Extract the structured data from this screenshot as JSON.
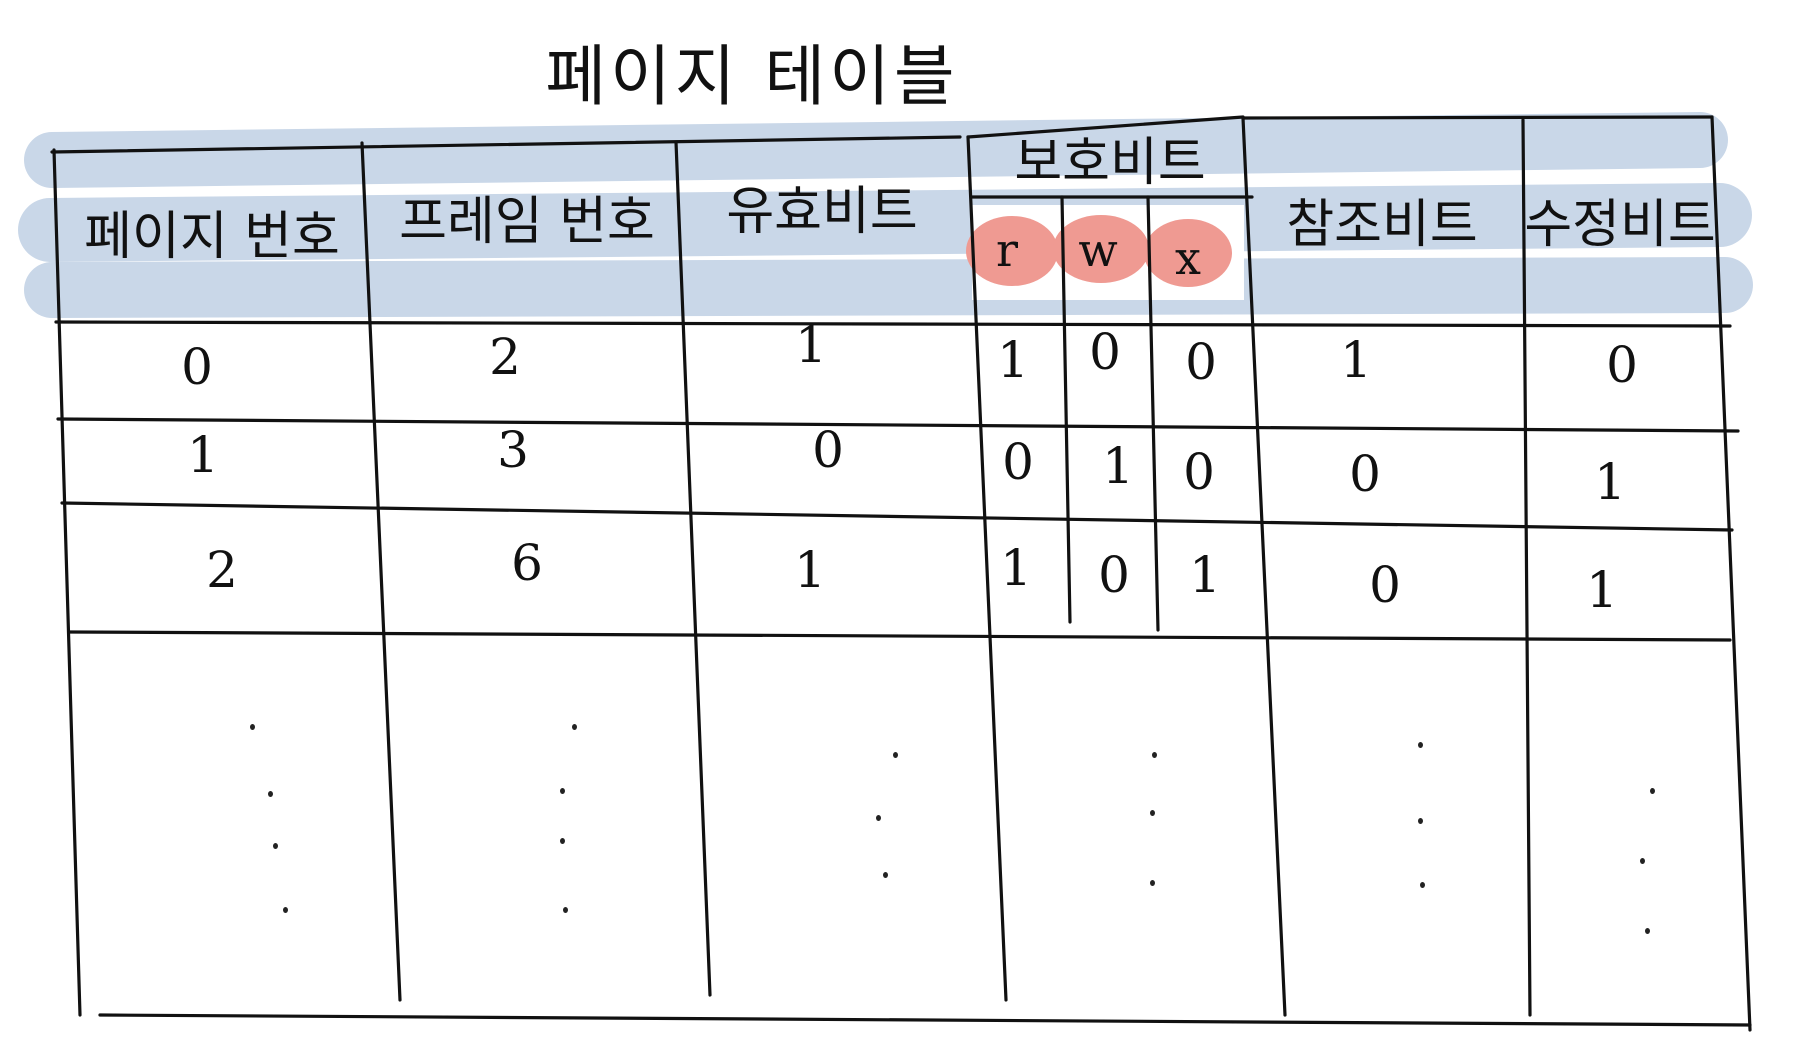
{
  "title": "페이지 테이블",
  "header_color": "#c9d7e8",
  "rwx_highlight_color": "#ef9a92",
  "columns": {
    "page_number": "페이지 번호",
    "frame_number": "프레임 번호",
    "valid_bit": "유효비트",
    "protection_bit": "보호비트",
    "reference_bit": "참조비트",
    "modify_bit": "수정비트"
  },
  "protection_subcolumns": [
    "r",
    "w",
    "x"
  ],
  "rows": [
    {
      "page": "0",
      "frame": "2",
      "valid": "1",
      "r": "1",
      "w": "0",
      "x": "0",
      "ref": "1",
      "mod": "0"
    },
    {
      "page": "1",
      "frame": "3",
      "valid": "0",
      "r": "0",
      "w": "1",
      "x": "0",
      "ref": "0",
      "mod": "1"
    },
    {
      "page": "2",
      "frame": "6",
      "valid": "1",
      "r": "1",
      "w": "0",
      "x": "1",
      "ref": "0",
      "mod": "1"
    }
  ]
}
